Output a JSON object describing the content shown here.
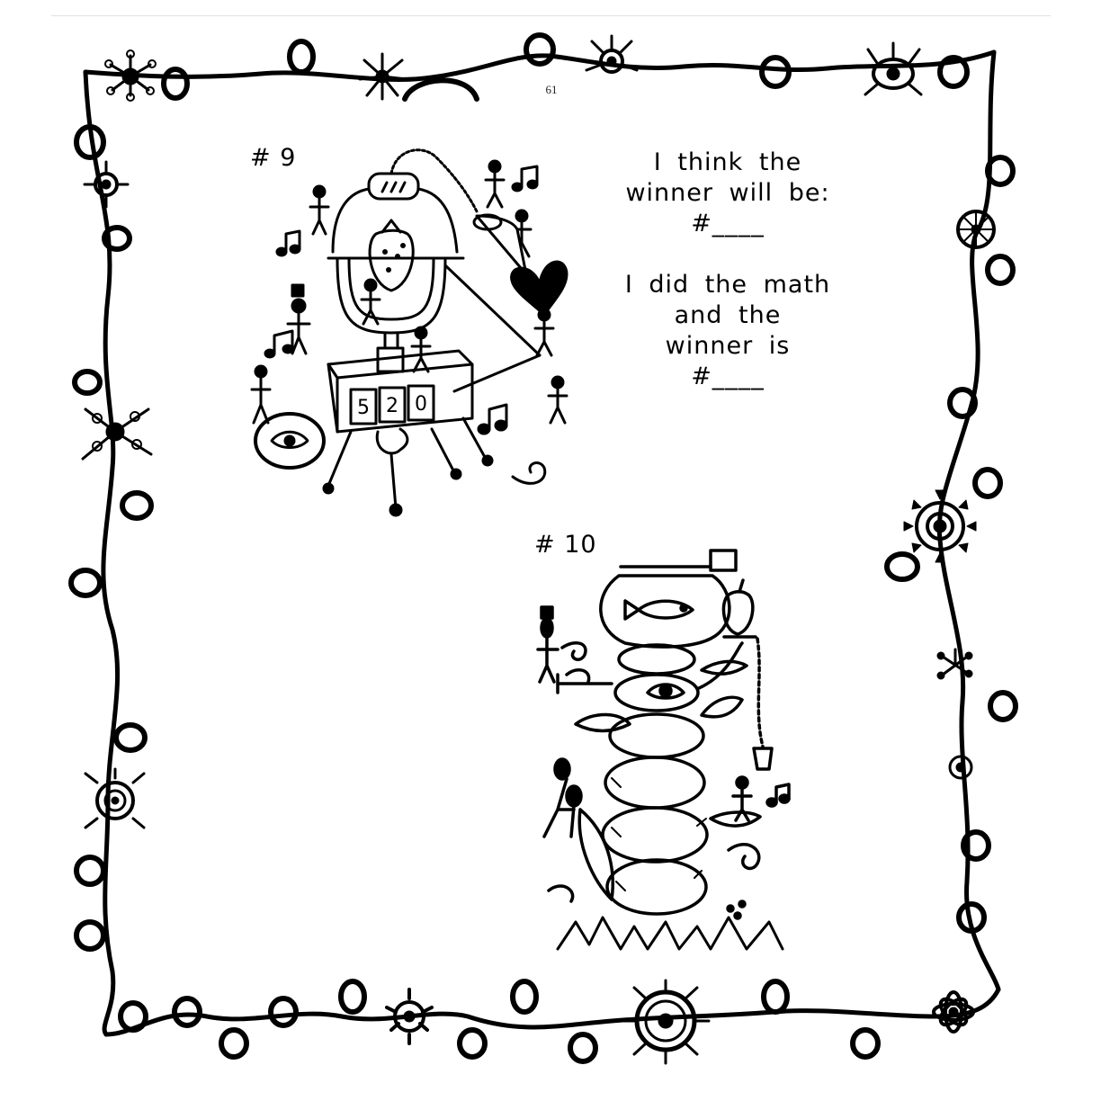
{
  "page": {
    "number": "61"
  },
  "illustrations": [
    {
      "label": "# 9",
      "description": "doodle machine with strawberry, stick figures, music notes, heart, carrot, eye and a counter",
      "counter_digits": [
        "5",
        "2",
        "0"
      ]
    },
    {
      "label": "# 10",
      "description": "stack of stones topped with a fishbowl, eye, leaves, stick figures and an apple"
    }
  ],
  "prompt": {
    "guess_lines": [
      "I think the",
      "winner will be:",
      "#____"
    ],
    "answer_lines": [
      "I did the math",
      "and the",
      "winner is",
      "#____"
    ]
  },
  "colors": {
    "ink": "#000000",
    "paper": "#ffffff",
    "rule": "#e2e2e2"
  }
}
